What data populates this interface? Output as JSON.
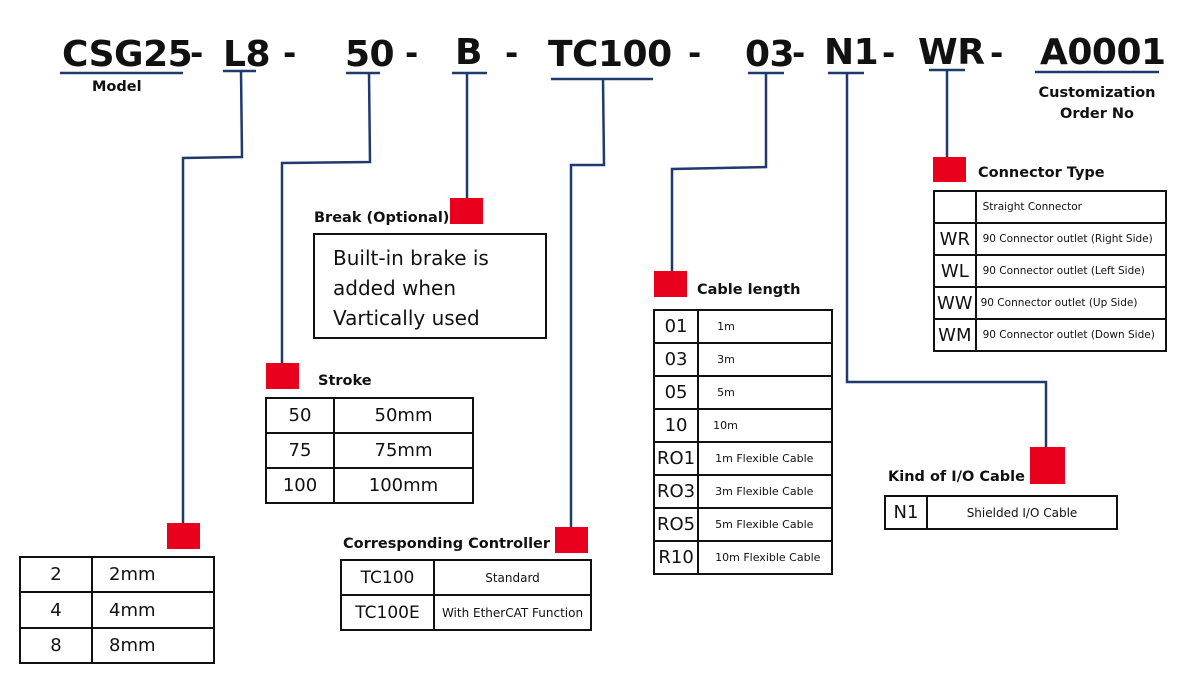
{
  "part_number": {
    "segments": [
      "CSG25",
      "L8",
      "50",
      "B",
      "TC100",
      "03",
      "N1",
      "WR",
      "A0001"
    ],
    "separator": "-"
  },
  "labels": {
    "model": "Model",
    "customization_line1": "Customization",
    "customization_line2": "Order No"
  },
  "colors": {
    "line": "#1f3a6e",
    "marker": "#e8001c",
    "text": "#111111"
  },
  "lead": {
    "rows": [
      {
        "code": "2",
        "desc": "2mm"
      },
      {
        "code": "4",
        "desc": "4mm"
      },
      {
        "code": "8",
        "desc": "8mm"
      }
    ]
  },
  "stroke": {
    "title": "Stroke",
    "rows": [
      {
        "code": "50",
        "desc": "50mm"
      },
      {
        "code": "75",
        "desc": "75mm"
      },
      {
        "code": "100",
        "desc": "100mm"
      }
    ]
  },
  "brake": {
    "title": "Break (Optional)",
    "line1": "Built-in brake is",
    "line2": "added when",
    "line3": "Vartically used"
  },
  "controller": {
    "title": "Corresponding Controller",
    "rows": [
      {
        "code": "TC100",
        "desc": "Standard"
      },
      {
        "code": "TC100E",
        "desc": "With EtherCAT Function"
      }
    ]
  },
  "cable_length": {
    "title": "Cable length",
    "rows": [
      {
        "code": "01",
        "desc": "1m"
      },
      {
        "code": "03",
        "desc": "3m"
      },
      {
        "code": "05",
        "desc": "5m"
      },
      {
        "code": "10",
        "desc": "10m"
      },
      {
        "code": "RO1",
        "desc": "1m Flexible Cable"
      },
      {
        "code": "RO3",
        "desc": "3m Flexible Cable"
      },
      {
        "code": "RO5",
        "desc": "5m Flexible Cable"
      },
      {
        "code": "R10",
        "desc": "10m Flexible Cable"
      }
    ]
  },
  "io_cable": {
    "title": "Kind of I/O Cable",
    "rows": [
      {
        "code": "N1",
        "desc": "Shielded I/O Cable"
      }
    ]
  },
  "connector_type": {
    "title": "Connector Type",
    "rows": [
      {
        "code": "",
        "desc": "Straight Connector"
      },
      {
        "code": "WR",
        "desc": "90 Connector outlet (Right Side)"
      },
      {
        "code": "WL",
        "desc": "90 Connector outlet (Left Side)"
      },
      {
        "code": "WW",
        "desc": "90 Connector outlet (Up Side)"
      },
      {
        "code": "WM",
        "desc": "90 Connector outlet (Down Side)"
      }
    ]
  }
}
